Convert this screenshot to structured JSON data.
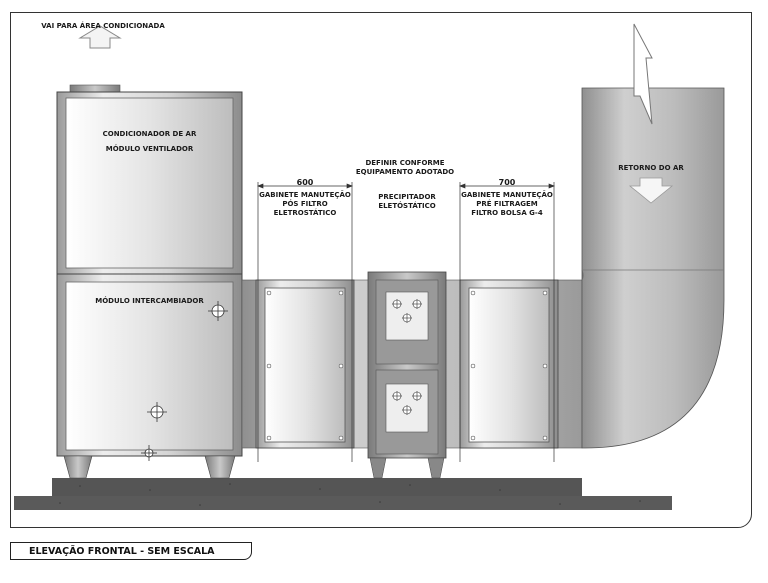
{
  "labels": {
    "supply": "VAI PARA ÁREA CONDICIONADA",
    "ac_unit_line1": "CONDICIONADOR DE AR",
    "ac_unit_line2": "MÓDULO VENTILADOR",
    "exchanger": "MÓDULO INTERCAMBIADOR",
    "define": "DEFINIR CONFORME\nEQUIPAMENTO ADOTADO",
    "dim_left": "600",
    "cab_left": "GABINETE MANUTEÇÃO\nPÓS FILTRO\nELETROSTÁTICO",
    "precip": "PRECIPITADOR\nELETÓSTÁTICO",
    "dim_right": "700",
    "cab_right": "GABINETE MANUTEÇÃO\nPRÉ FILTRAGEM\nFILTRO BOLSA G-4",
    "return_air": "RETORNO DO AR"
  },
  "caption": "ELEVAÇÃO FRONTAL  - SEM ESCALA",
  "colors": {
    "metal_light": "#e8e8e8",
    "metal_mid": "#b9b9b9",
    "metal_dark": "#8a8a8a",
    "base": "#555555",
    "outline": "#333333"
  }
}
